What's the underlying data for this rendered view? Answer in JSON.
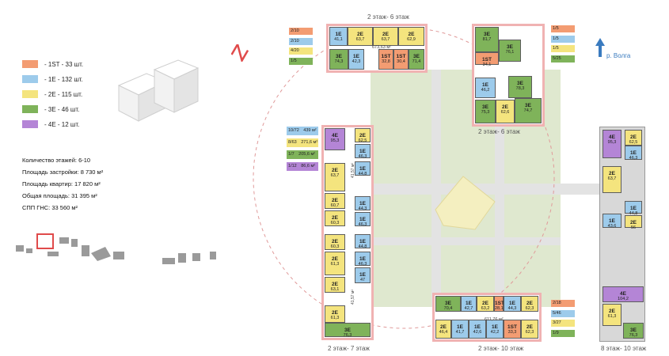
{
  "colors": {
    "st1": "#f39c72",
    "e1": "#9dcbeb",
    "e2": "#f4e47e",
    "e3": "#7fb35a",
    "e4": "#b485d6",
    "green": "#dfe8cf",
    "sandy": "#f4efc0",
    "path": "#e6e6e6",
    "red": "#e04b4b"
  },
  "legend": [
    {
      "label": "- 1ST - 33 шт.",
      "color": "#f39c72"
    },
    {
      "label": "- 1E - 132 шт.",
      "color": "#9dcbeb"
    },
    {
      "label": "- 2E - 115 шт.",
      "color": "#f4e47e"
    },
    {
      "label": "- 3E - 46 шт.",
      "color": "#7fb35a"
    },
    {
      "label": "- 4E - 12 шт.",
      "color": "#b485d6"
    }
  ],
  "stats": [
    "Количество этажей: 6-10",
    "Площадь застройки: 8 730 м²",
    "Площадь квартир: 17 820 м²",
    "Общая площадь: 31 395 м²",
    "СПП ГНС: 33 560 м²"
  ],
  "captions": {
    "top": "2 этаж- 6 этаж",
    "topright": "2 этаж- 6 этаж",
    "left": "2 этаж- 7 этаж",
    "bottom": "2 этаж- 10 этаж",
    "right": "8 этаж- 10 этаж",
    "river": "р. Волга"
  },
  "area_labels": {
    "top": "673,63 м²",
    "bottom": "611,76 м²",
    "left1": "41,57 м²",
    "left2": "41,57 м²"
  },
  "tags_top": [
    {
      "t": "2/10",
      "c": "#f39c72"
    },
    {
      "t": "2/10",
      "c": "#9dcbeb"
    },
    {
      "t": "4/20",
      "c": "#f4e47e"
    },
    {
      "t": "1/5",
      "c": "#7fb35a"
    }
  ],
  "tags_topright": [
    {
      "t": "1/5",
      "c": "#f39c72"
    },
    {
      "t": "1/5",
      "c": "#9dcbeb"
    },
    {
      "t": "1/5",
      "c": "#f4e47e"
    },
    {
      "t": "5/25",
      "c": "#7fb35a"
    }
  ],
  "tags_left": [
    {
      "t": "10/72",
      "v": "439 м²",
      "c": "#9dcbeb"
    },
    {
      "t": "8/63",
      "v": "271,6 м²",
      "c": "#f4e47e"
    },
    {
      "t": "1/7",
      "v": "205,6 м²",
      "c": "#7fb35a"
    },
    {
      "t": "1/12",
      "v": "86,6 м²",
      "c": "#b485d6"
    }
  ],
  "tags_bottom": [
    {
      "t": "2/18",
      "c": "#f39c72"
    },
    {
      "t": "5/46",
      "c": "#9dcbeb"
    },
    {
      "t": "3/27",
      "c": "#f4e47e"
    },
    {
      "t": "1/9",
      "c": "#7fb35a"
    }
  ],
  "units": {
    "top": [
      {
        "n": "1E",
        "a": "41,1",
        "c": "#9dcbeb"
      },
      {
        "n": "2E",
        "a": "63,7",
        "c": "#f4e47e"
      },
      {
        "n": "2E",
        "a": "63,7",
        "c": "#f4e47e"
      },
      {
        "n": "2E",
        "a": "62,9",
        "c": "#f4e47e"
      },
      {
        "n": "3E",
        "a": "74,3",
        "c": "#7fb35a"
      },
      {
        "n": "1E",
        "a": "42,3",
        "c": "#9dcbeb"
      },
      {
        "n": "1ST",
        "a": "32,8",
        "c": "#f39c72"
      },
      {
        "n": "1ST",
        "a": "30,4",
        "c": "#f39c72"
      },
      {
        "n": "3E",
        "a": "71,4",
        "c": "#7fb35a"
      }
    ],
    "topright": [
      {
        "n": "3E",
        "a": "81,7",
        "c": "#7fb35a"
      },
      {
        "n": "1ST",
        "a": "34,1",
        "c": "#f39c72"
      },
      {
        "n": "3E",
        "a": "76,1",
        "c": "#7fb35a"
      },
      {
        "n": "1E",
        "a": "46,2",
        "c": "#9dcbeb"
      },
      {
        "n": "3E",
        "a": "78,3",
        "c": "#7fb35a"
      },
      {
        "n": "3E",
        "a": "75,3",
        "c": "#7fb35a"
      },
      {
        "n": "2E",
        "a": "62,6",
        "c": "#f4e47e"
      },
      {
        "n": "3E",
        "a": "74,7",
        "c": "#7fb35a"
      }
    ],
    "left": [
      {
        "n": "4E",
        "a": "95,3",
        "c": "#b485d6"
      },
      {
        "n": "2E",
        "a": "62,5",
        "c": "#f4e47e"
      },
      {
        "n": "1E",
        "a": "46,3",
        "c": "#9dcbeb"
      },
      {
        "n": "2E",
        "a": "63,7",
        "c": "#f4e47e"
      },
      {
        "n": "1E",
        "a": "44,8",
        "c": "#9dcbeb"
      },
      {
        "n": "2E",
        "a": "60,7",
        "c": "#f4e47e"
      },
      {
        "n": "1E",
        "a": "44,3",
        "c": "#9dcbeb"
      },
      {
        "n": "2E",
        "a": "60,3",
        "c": "#f4e47e"
      },
      {
        "n": "1E",
        "a": "46,3",
        "c": "#9dcbeb"
      },
      {
        "n": "2E",
        "a": "60,3",
        "c": "#f4e47e"
      },
      {
        "n": "1E",
        "a": "44,8",
        "c": "#9dcbeb"
      },
      {
        "n": "2E",
        "a": "61,3",
        "c": "#f4e47e"
      },
      {
        "n": "1E",
        "a": "46,3",
        "c": "#9dcbeb"
      },
      {
        "n": "2E",
        "a": "63,1",
        "c": "#f4e47e"
      },
      {
        "n": "1E",
        "a": "47",
        "c": "#9dcbeb"
      },
      {
        "n": "2E",
        "a": "61,3",
        "c": "#f4e47e"
      },
      {
        "n": "3E",
        "a": "76,3",
        "c": "#7fb35a"
      }
    ],
    "bottom": [
      {
        "n": "3E",
        "a": "70,4",
        "c": "#7fb35a"
      },
      {
        "n": "1E",
        "a": "42,7",
        "c": "#9dcbeb"
      },
      {
        "n": "2E",
        "a": "63,2",
        "c": "#f4e47e"
      },
      {
        "n": "1ST",
        "a": "28,1",
        "c": "#f39c72"
      },
      {
        "n": "1E",
        "a": "44,3",
        "c": "#9dcbeb"
      },
      {
        "n": "2E",
        "a": "62,3",
        "c": "#f4e47e"
      },
      {
        "n": "2E",
        "a": "46,4",
        "c": "#f4e47e"
      },
      {
        "n": "1E",
        "a": "41,7",
        "c": "#9dcbeb"
      },
      {
        "n": "1E",
        "a": "42,6",
        "c": "#9dcbeb"
      },
      {
        "n": "1E",
        "a": "42,2",
        "c": "#9dcbeb"
      },
      {
        "n": "1ST",
        "a": "33,3",
        "c": "#f39c72"
      },
      {
        "n": "2E",
        "a": "62,3",
        "c": "#f4e47e"
      }
    ],
    "right": [
      {
        "n": "4E",
        "a": "95,3",
        "c": "#b485d6"
      },
      {
        "n": "2E",
        "a": "62,5",
        "c": "#f4e47e"
      },
      {
        "n": "1E",
        "a": "46,3",
        "c": "#9dcbeb"
      },
      {
        "n": "2E",
        "a": "63,7",
        "c": "#f4e47e"
      },
      {
        "n": "1E",
        "a": "44,8",
        "c": "#9dcbeb"
      },
      {
        "n": "1E",
        "a": "43,6",
        "c": "#9dcbeb"
      },
      {
        "n": "2E",
        "a": "56",
        "c": "#f4e47e"
      },
      {
        "n": "4E",
        "a": "104,2",
        "c": "#b485d6"
      },
      {
        "n": "2E",
        "a": "61,3",
        "c": "#f4e47e"
      },
      {
        "n": "3E",
        "a": "76,3",
        "c": "#7fb35a"
      }
    ]
  }
}
